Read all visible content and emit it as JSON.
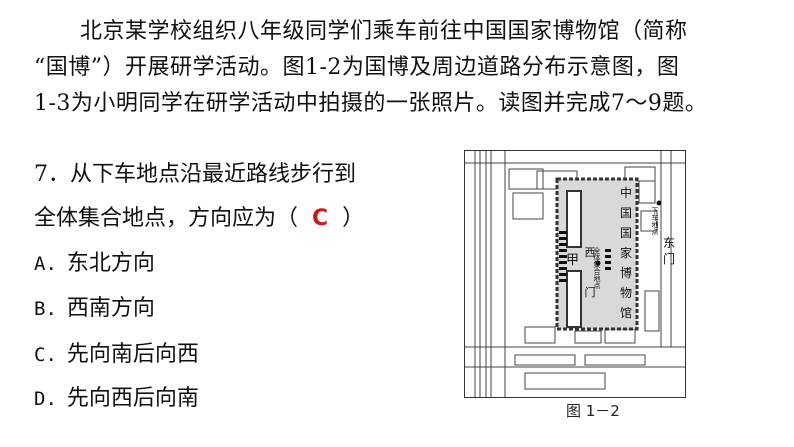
{
  "intro": {
    "line1": "北京某学校组织八年级同学们乘车前往中国国家博物馆（简称",
    "line2": "“国博”）开展研学活动。图1-2为国博及周边道路分布示意图，图",
    "line3": "1-3为小明同学在研学活动中拍摄的一张照片。读图并完成7～9题。"
  },
  "question": {
    "stem_part1": "7．从下车地点沿最近路线步行到",
    "stem_part2a": "全体集合地点，方向应为（",
    "answer": "C",
    "stem_part2b": "）"
  },
  "options": [
    {
      "letter": "A.",
      "text": "东北方向"
    },
    {
      "letter": "B.",
      "text": "西南方向"
    },
    {
      "letter": "C.",
      "text": "先向南后向西"
    },
    {
      "letter": "D.",
      "text": "先向西后向南"
    }
  ],
  "map": {
    "museum_name_chars": [
      "中",
      "国",
      "国",
      "家",
      "博",
      "物",
      "馆"
    ],
    "west_gate_chars": [
      "西",
      "门"
    ],
    "east_gate_chars": [
      "东",
      "门"
    ],
    "assembly_label": "全体集合地点",
    "dropoff_label": "下车地点",
    "square_label": "甲",
    "caption": "图 1－2"
  },
  "colors": {
    "answer": "#d01818",
    "museum_fill": "#d9d9d9",
    "map_line": "#333333"
  }
}
